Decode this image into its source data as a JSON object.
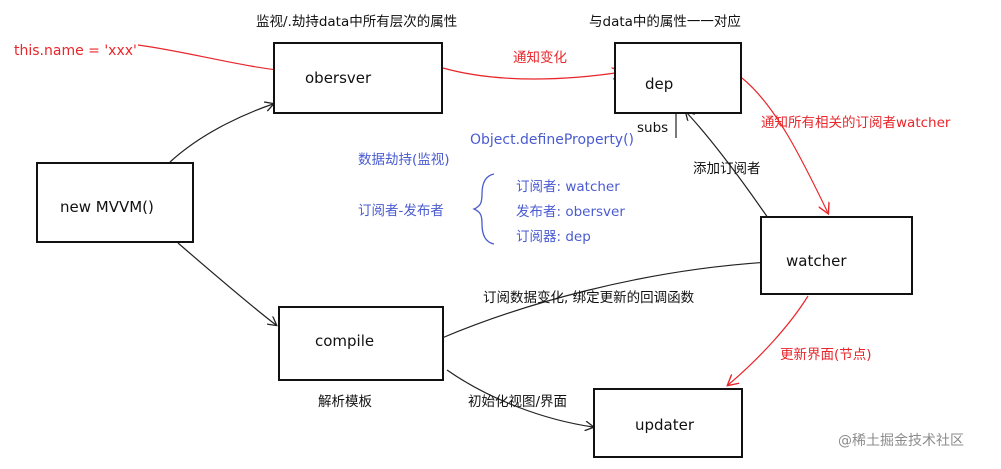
{
  "nodes": {
    "obersver": "obersver",
    "dep": "dep",
    "new_mvvm": "new MVVM()",
    "watcher": "watcher",
    "compile": "compile",
    "updater": "updater"
  },
  "labels": {
    "top_observe": "监视/.劫持data中所有层次的属性",
    "top_dep": "与data中的属性一一对应",
    "this_name": "this.name = 'xxx'",
    "notify_change": "通知变化",
    "notify_all": "通知所有相关的订阅者watcher",
    "subs": "subs",
    "define_property": "Object.defineProperty()",
    "data_hijack": "数据劫持(监视)",
    "pubsub": "订阅者-发布者",
    "subscriber": "订阅者: watcher",
    "publisher": "发布者: obersver",
    "subscriber_mgr": "订阅器: dep",
    "add_subscriber": "添加订阅者",
    "subscribe_change": "订阅数据变化, 绑定更新的回调函数",
    "update_view": "更新界面(节点)",
    "parse_template": "解析模板",
    "init_view": "初始化视图/界面"
  },
  "watermark": "@稀土掘金技术社区",
  "colors": {
    "red": "#e8262b",
    "blue": "#4a5bd0",
    "black": "#111111"
  }
}
